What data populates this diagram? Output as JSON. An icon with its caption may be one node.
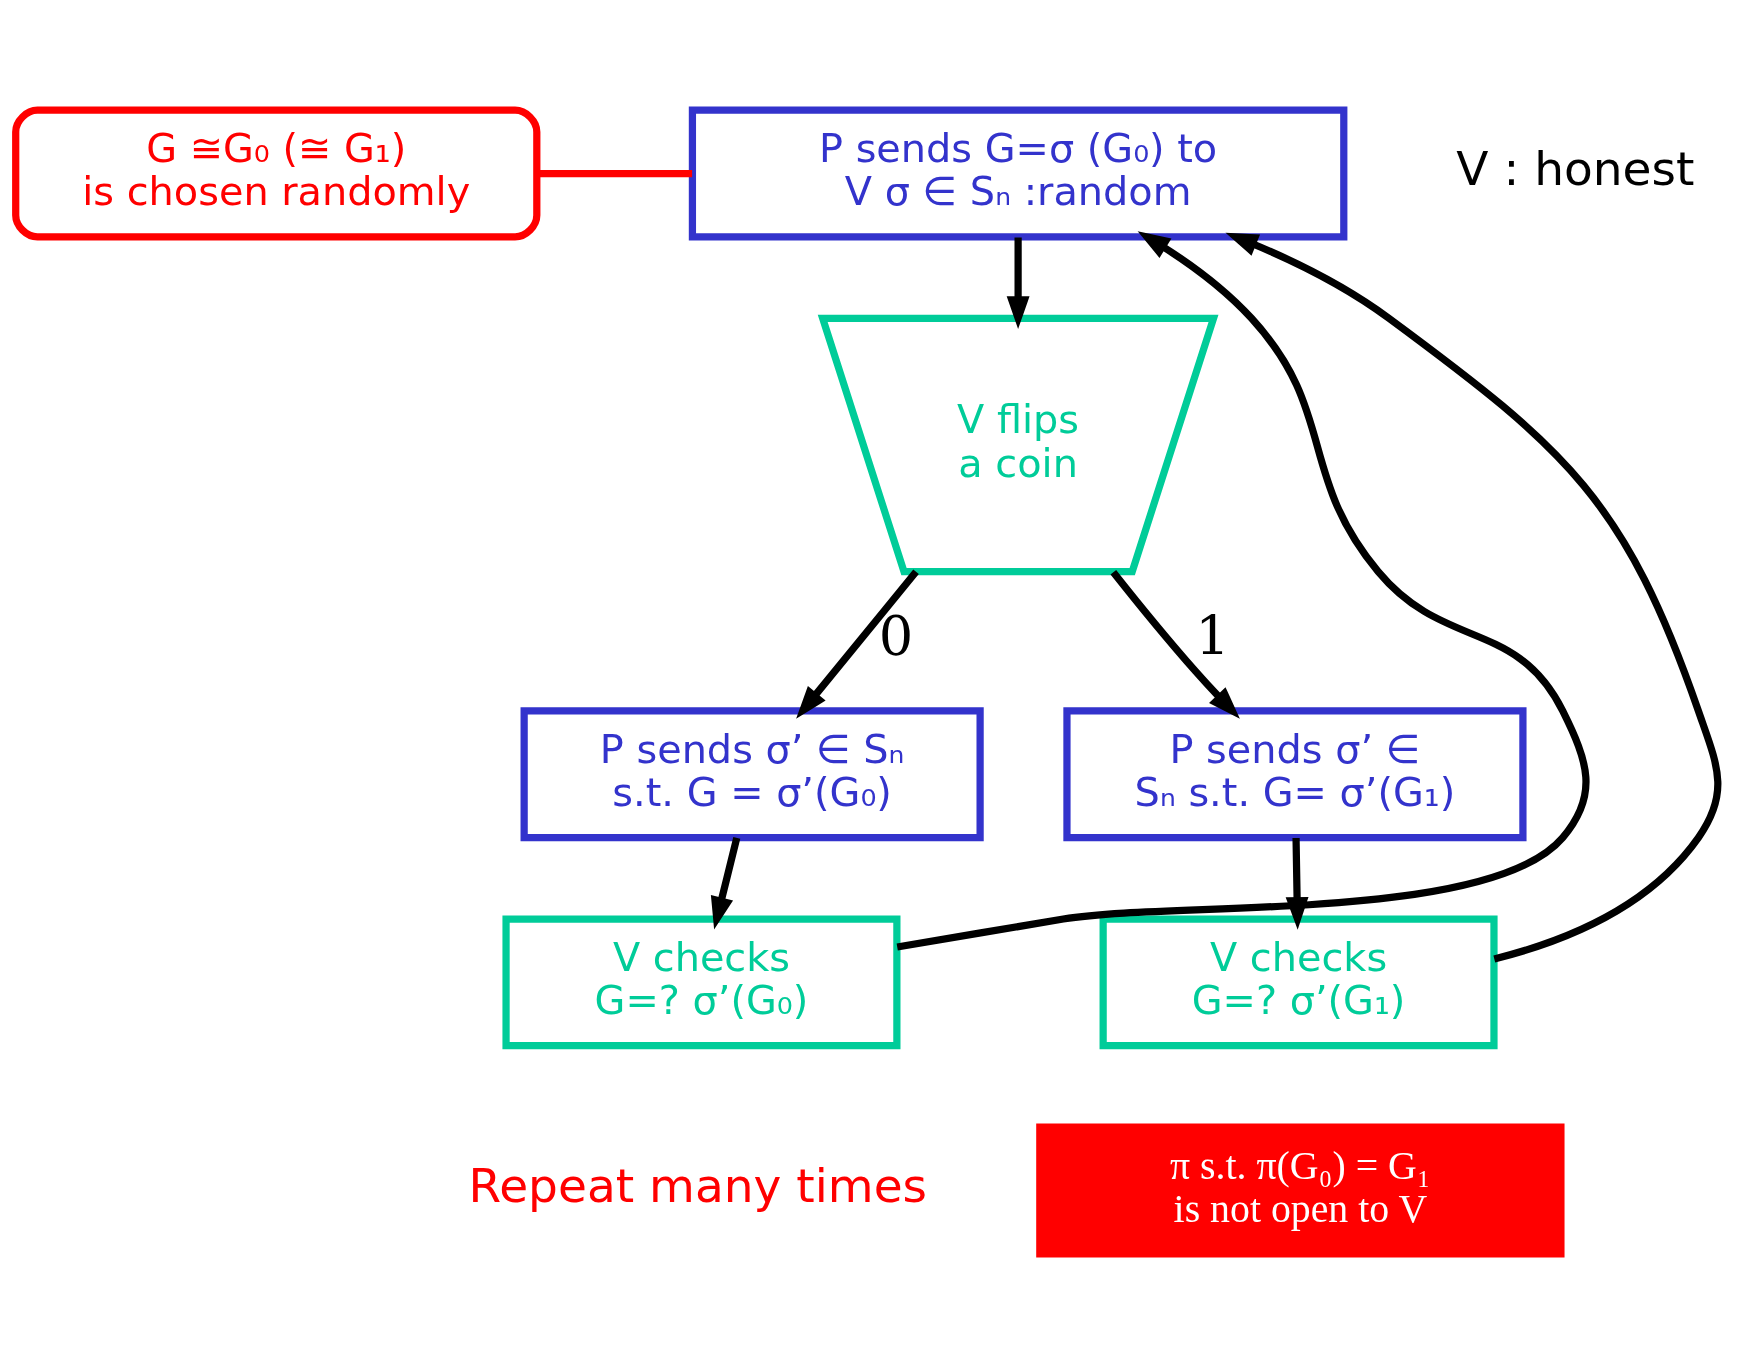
{
  "diagram": {
    "nodes": [
      {
        "text": [
          "P sends G=σ (G₀) to V σ ∈ Sₙ :random"
        ]
      },
      {
        "text": [
          "V flips a coin"
        ]
      },
      {
        "text": [
          "P sends σ’ ∈ Sₙ s.t. G = σ’(G₀)"
        ]
      },
      {
        "text": [
          "P sends σ’ ∈ Sₙ s.t. G= σ’(G₁)"
        ]
      },
      {
        "text": [
          "V checks",
          "G=? σ’(G₀)"
        ]
      },
      {
        "text": [
          "V checks",
          "G=? σ’(G₁)"
        ]
      },
      {
        "text": [
          "G ≅G₀ (≅ G₁) is chosen randomly"
        ]
      },
      {
        "text": [
          "π s.t. π(G₀) = G₁ is not open to V"
        ]
      }
    ],
    "edges": [
      {
        "from": 0,
        "to": 1,
        "arrow": "to"
      },
      {
        "from": 1,
        "to": 2,
        "arrow": "to",
        "label": "0"
      },
      {
        "from": 1,
        "to": 3,
        "arrow": "to",
        "label": "1"
      },
      {
        "from": 2,
        "to": 4,
        "arrow": "to"
      },
      {
        "from": 3,
        "to": 5,
        "arrow": "to"
      },
      {
        "from": 4,
        "to": 0,
        "arrow": "to"
      },
      {
        "from": 5,
        "to": 0,
        "arrow": "to"
      },
      {
        "from": 6,
        "to": 0,
        "arrow": "none",
        "color": "#ff0000"
      }
    ],
    "labels": [
      "V : honest",
      "Repeat many times"
    ]
  }
}
